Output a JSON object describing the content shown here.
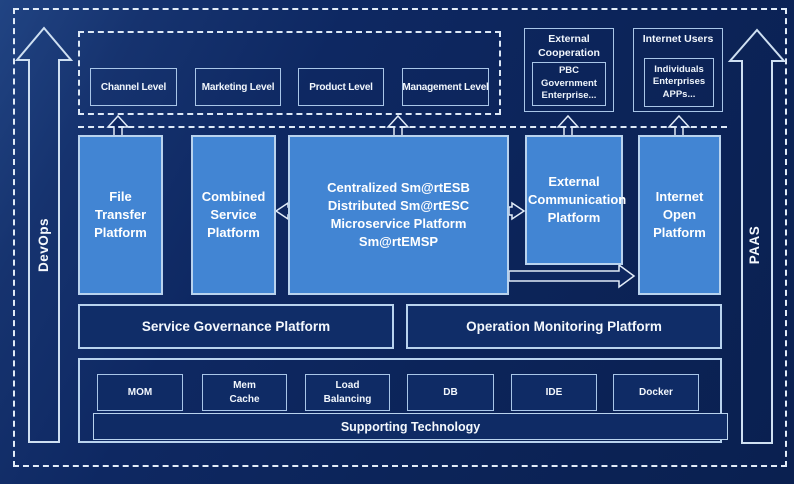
{
  "colors": {
    "background": "#0d2560",
    "bright_box_fill": "#4285d3",
    "bright_box_border": "#b9d3ee",
    "dark_box_border": "#a9c6e8",
    "dashed_line": "#dde9f7",
    "text": "#ffffff"
  },
  "side_rails": {
    "devops_label": "DevOps",
    "paas_label": "PAAS"
  },
  "levels": {
    "items": [
      {
        "label": "Channel Level"
      },
      {
        "label": "Marketing Level"
      },
      {
        "label": "Product Level"
      },
      {
        "label": "Management Level"
      }
    ]
  },
  "external_cooperation": {
    "title": "External Cooperation",
    "inner_label": "PBC Government Enterprise..."
  },
  "internet_users": {
    "title": "Internet Users",
    "inner_label": "Individuals Enterprises APPs..."
  },
  "platforms": {
    "file_transfer": "File Transfer Platform",
    "combined_service": "Combined Service Platform",
    "esb": {
      "line1": "Centralized Sm@rtESB",
      "line2": "Distributed Sm@rtESC",
      "line3": "Microservice Platform Sm@rtEMSP"
    },
    "external_communication": "External Communication Platform",
    "internet_open": "Internet Open Platform"
  },
  "middleware": {
    "service_governance": "Service Governance Platform",
    "operation_monitoring": "Operation Monitoring Platform"
  },
  "supporting": {
    "tech_items": [
      {
        "label": "MOM"
      },
      {
        "label": "Mem Cache"
      },
      {
        "label": "Load Balancing"
      },
      {
        "label": "DB"
      },
      {
        "label": "IDE"
      },
      {
        "label": "Docker"
      }
    ],
    "bar_label": "Supporting Technology"
  }
}
